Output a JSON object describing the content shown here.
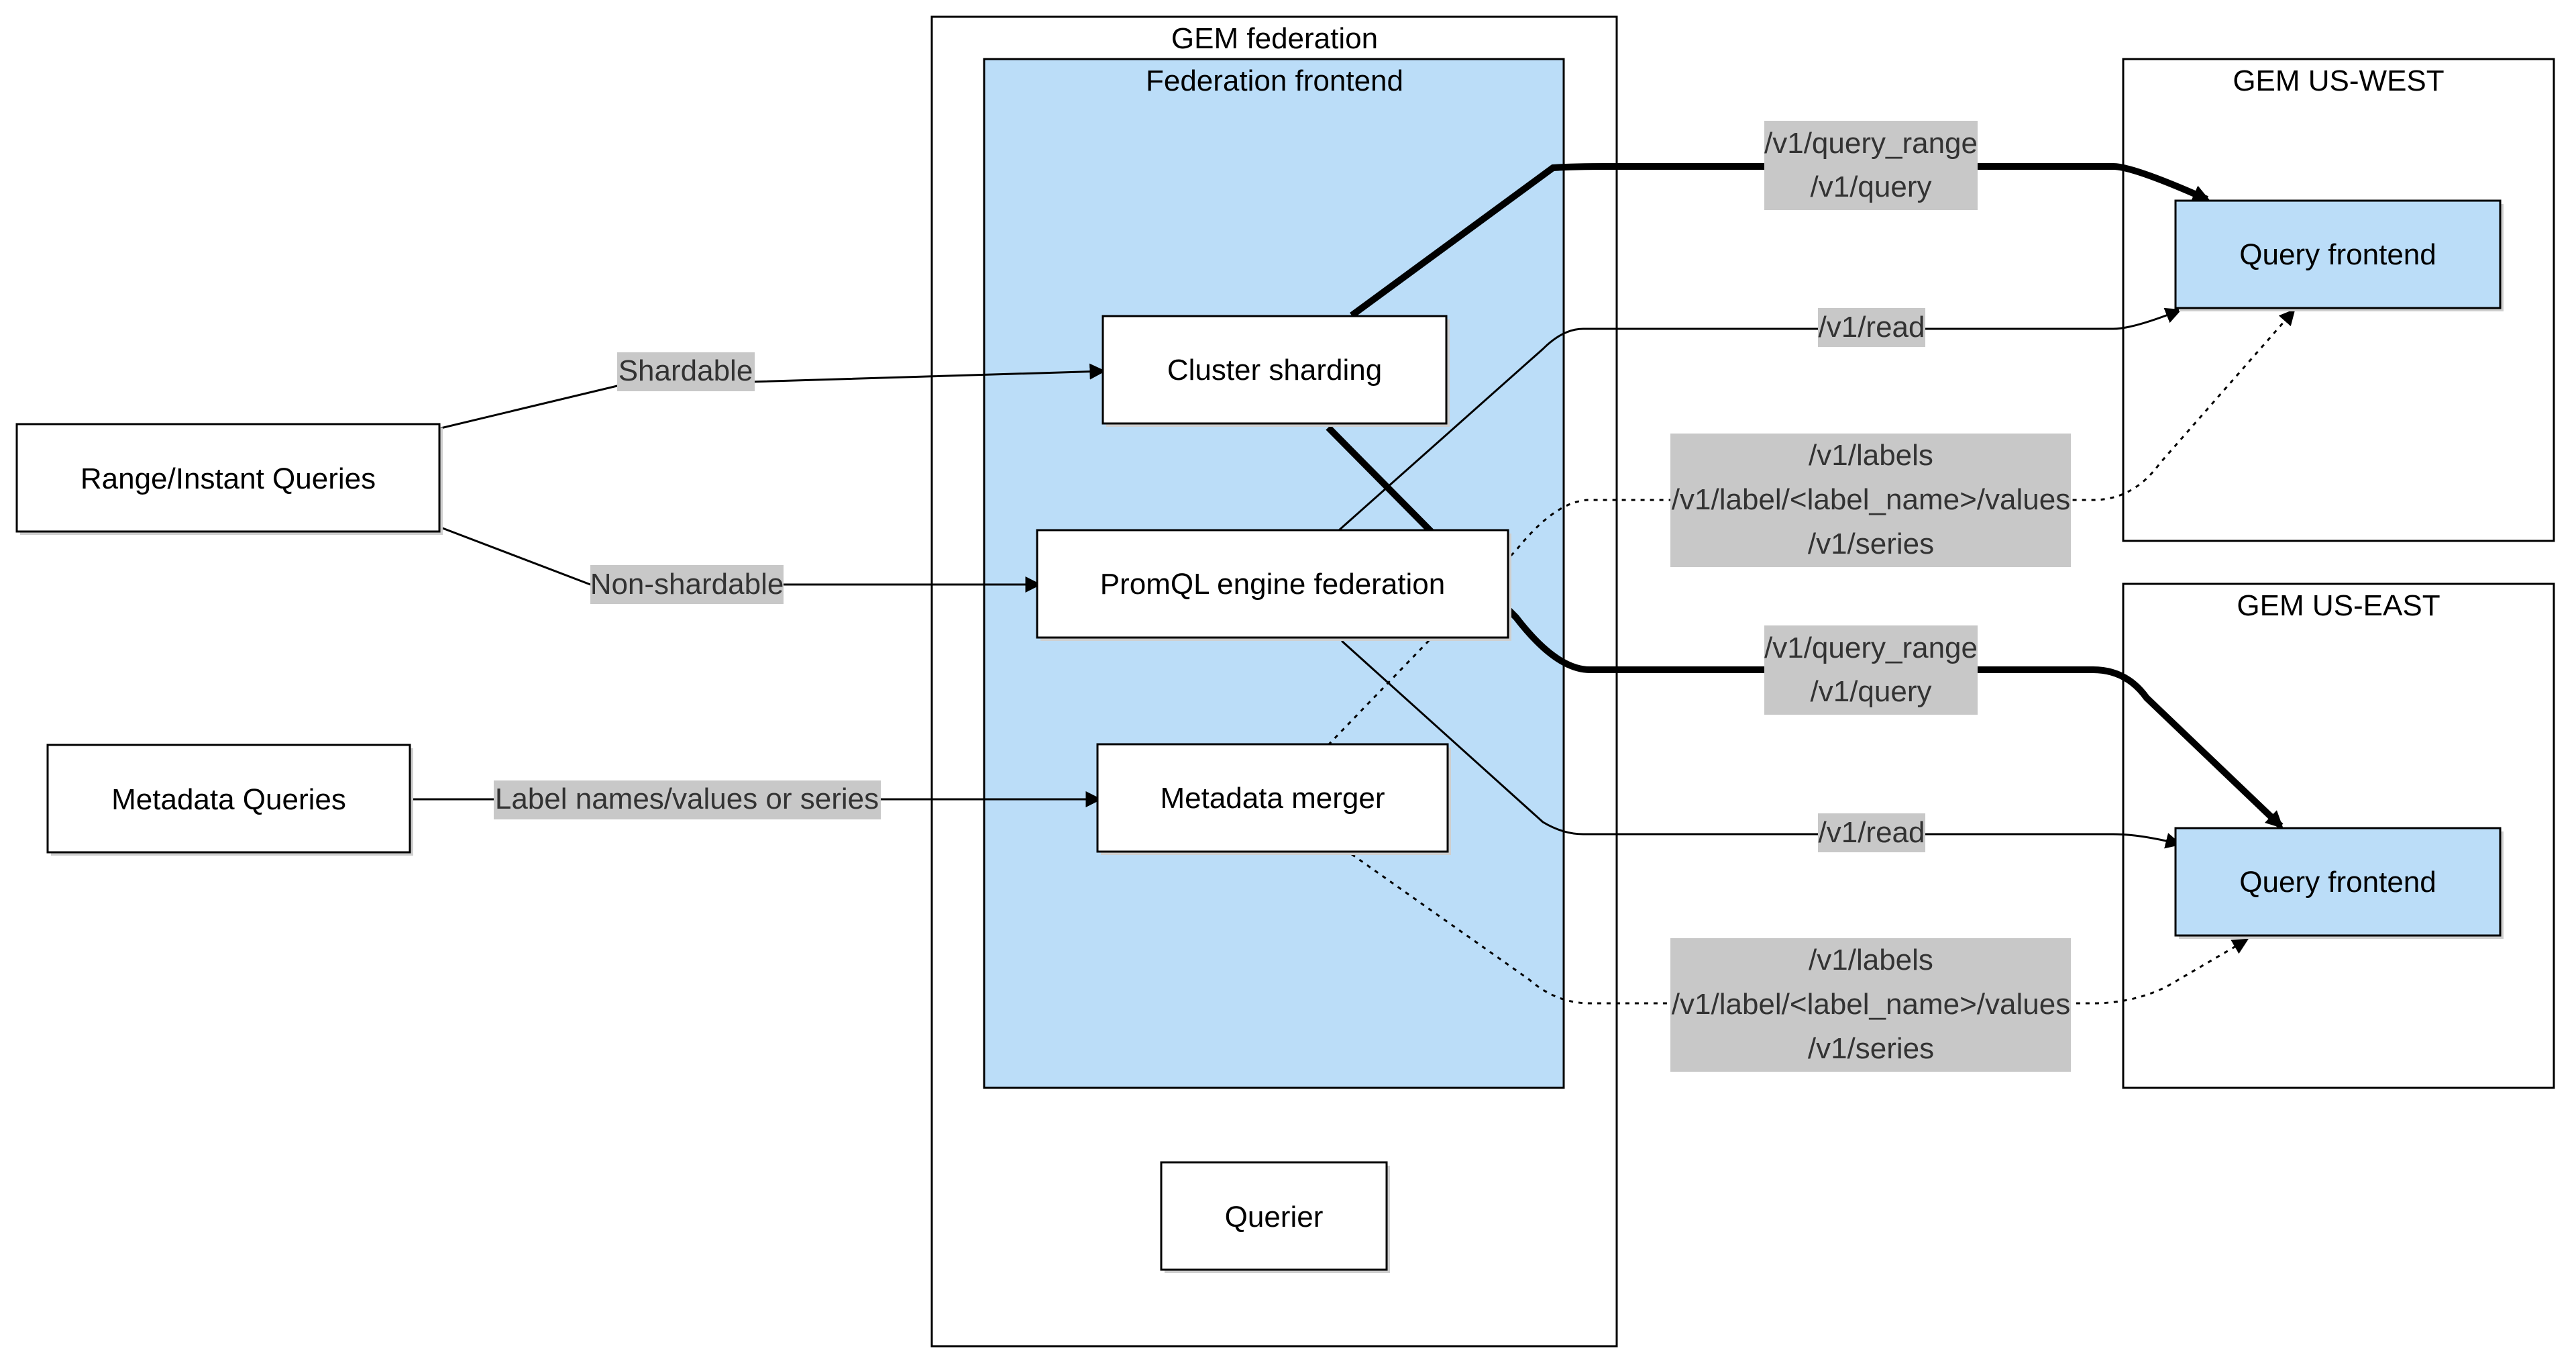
{
  "containers": {
    "federation": "GEM federation",
    "frontend": "Federation frontend",
    "us_west": "GEM US-WEST",
    "us_east": "GEM US-EAST"
  },
  "nodes": {
    "range_instant": "Range/Instant Queries",
    "metadata_queries": "Metadata Queries",
    "cluster_sharding": "Cluster sharding",
    "promql_federation": "PromQL engine federation",
    "metadata_merger": "Metadata merger",
    "querier": "Querier",
    "qf_west": "Query frontend",
    "qf_east": "Query frontend"
  },
  "edge_labels": {
    "shardable": "Shardable",
    "non_shardable": "Non-shardable",
    "label_names": "Label names/values or series",
    "west_query": [
      "/v1/query_range",
      "/v1/query"
    ],
    "west_read": "/v1/read",
    "west_meta": [
      "/v1/labels",
      "/v1/label/<label_name>/values",
      "/v1/series"
    ],
    "east_query": [
      "/v1/query_range",
      "/v1/query"
    ],
    "east_read": "/v1/read",
    "east_meta": [
      "/v1/labels",
      "/v1/label/<label_name>/values",
      "/v1/series"
    ]
  },
  "colors": {
    "frontend_fill": "#bbddf8",
    "label_bg": "#c8c8c8"
  }
}
